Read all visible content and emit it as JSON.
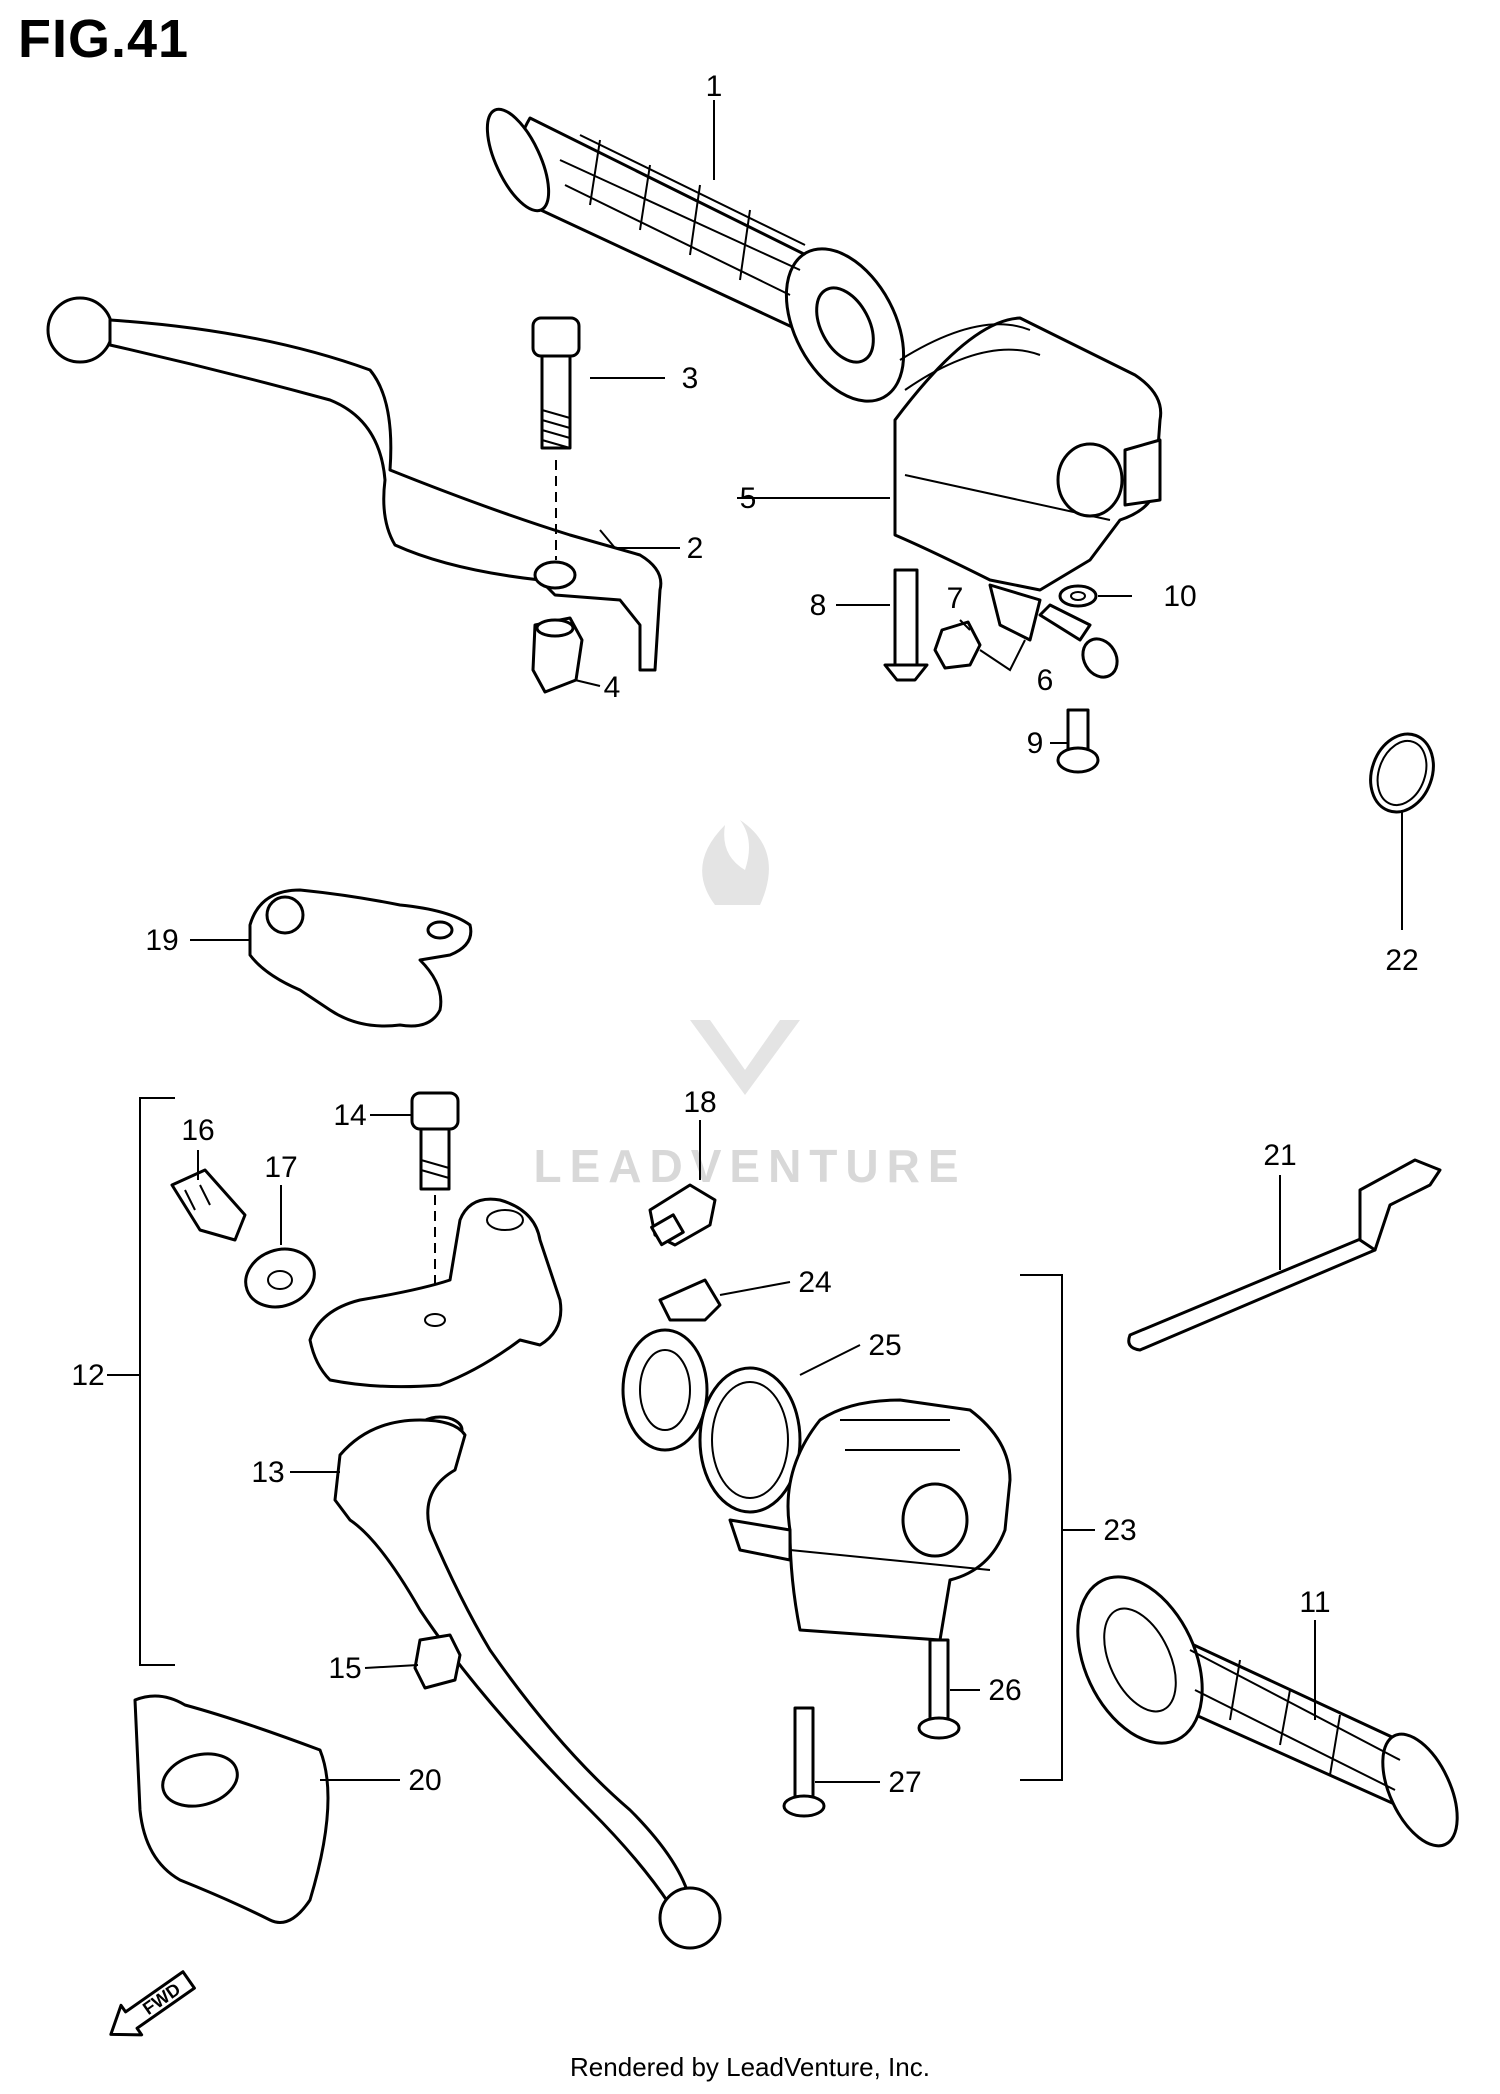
{
  "figure": {
    "title": "FIG.41"
  },
  "watermark": {
    "text": "LEADVENTURE"
  },
  "footer": {
    "text": "Rendered by LeadVenture, Inc."
  },
  "direction_marker": {
    "label": "FWD"
  },
  "callouts": [
    "1",
    "2",
    "3",
    "4",
    "5",
    "6",
    "7",
    "8",
    "9",
    "10",
    "11",
    "12",
    "13",
    "14",
    "15",
    "16",
    "17",
    "18",
    "19",
    "20",
    "21",
    "22",
    "23",
    "24",
    "25",
    "26",
    "27"
  ]
}
